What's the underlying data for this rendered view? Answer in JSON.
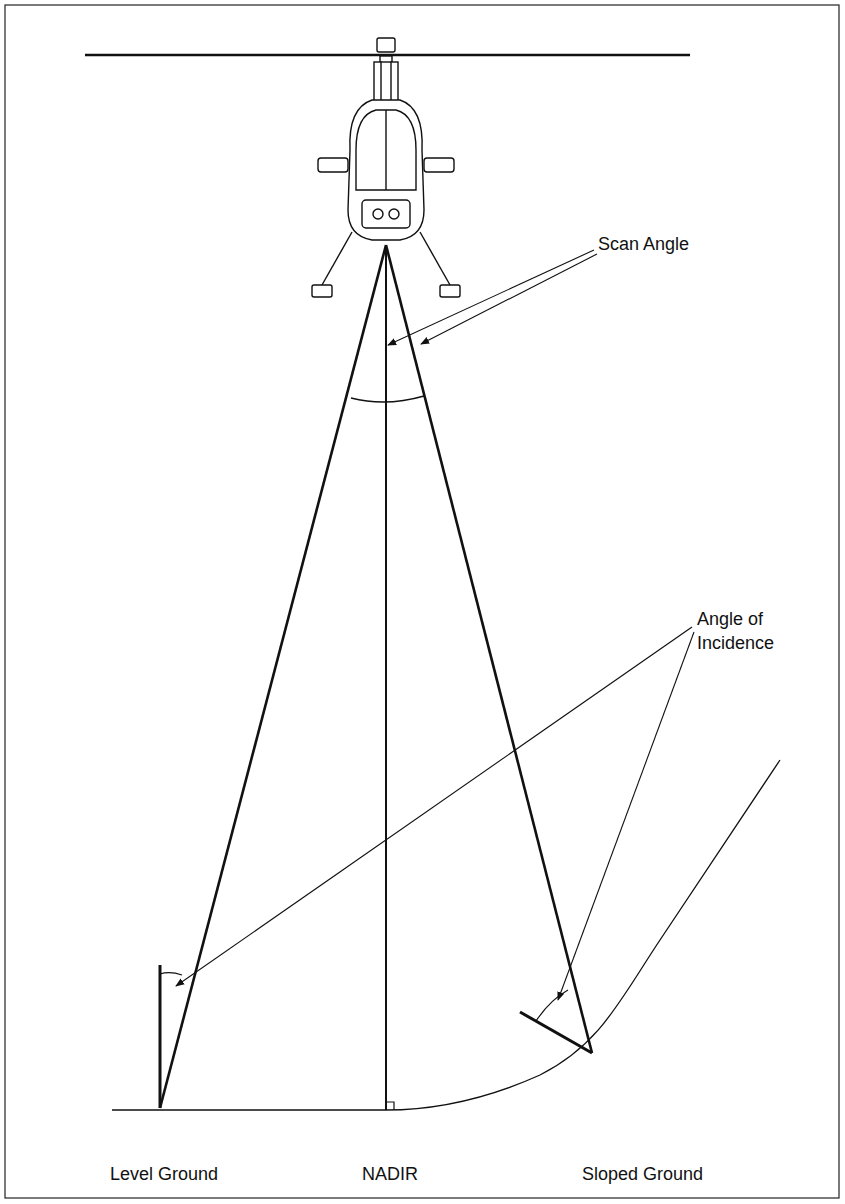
{
  "diagram": {
    "labels": [
      "Scan Angle",
      "Angle of Incidence",
      "Level Ground",
      "NADIR",
      "Sloped Ground"
    ]
  }
}
